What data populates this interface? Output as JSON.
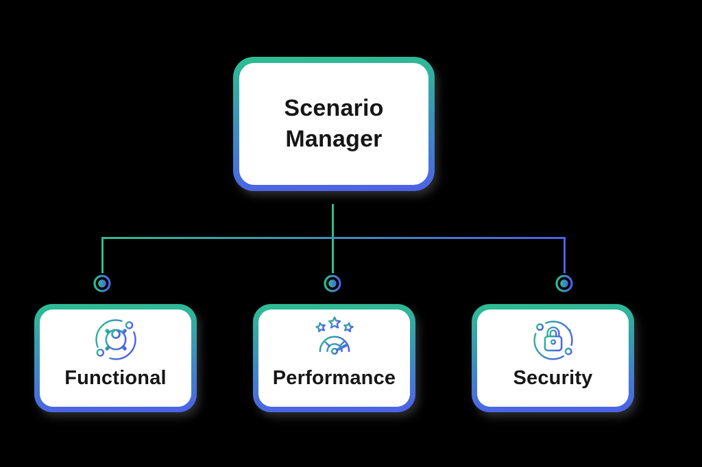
{
  "background_color": "#000000",
  "colors": {
    "gradient_start": "#2DBE91",
    "gradient_end": "#4D61E8",
    "card_fill": "#FFFFFF",
    "label_text": "#161616"
  },
  "root": {
    "label": "Scenario Manager"
  },
  "children": [
    {
      "label": "Functional",
      "icon": "gear-wrench-orbit-icon"
    },
    {
      "label": "Performance",
      "icon": "gauge-stars-icon"
    },
    {
      "label": "Security",
      "icon": "padlock-orbit-icon"
    }
  ]
}
